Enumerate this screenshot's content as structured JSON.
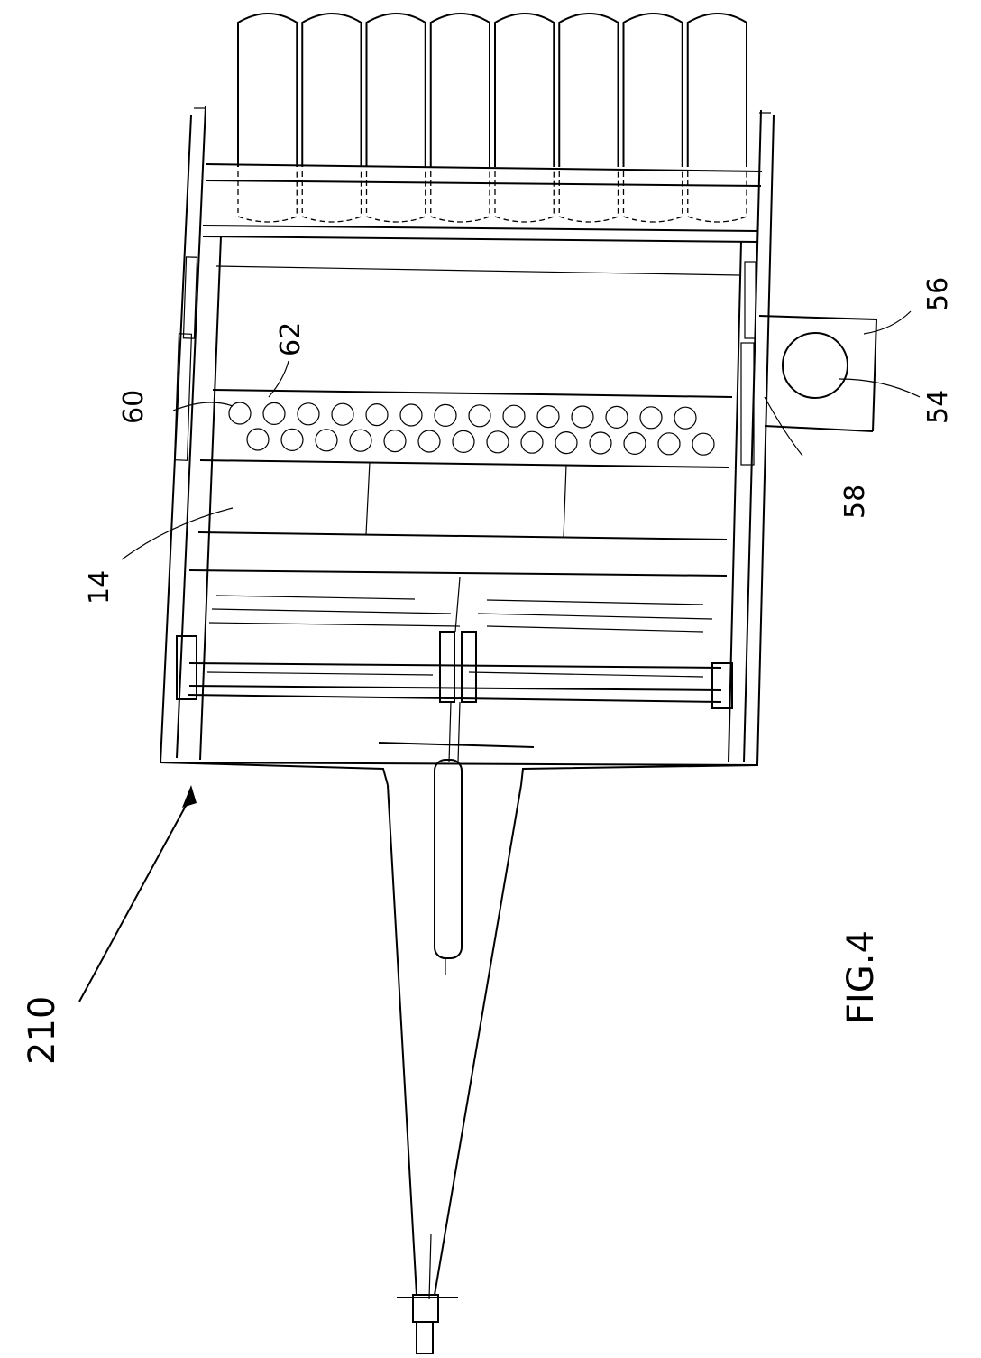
{
  "figure": {
    "caption": "FIG.4",
    "reference_numeral": "210",
    "labels": {
      "label_14": "14",
      "label_54": "54",
      "label_56": "56",
      "label_58": "58",
      "label_60": "60",
      "label_62": "62"
    },
    "counts": {
      "top_rollers": 8,
      "perforation_holes": 28
    }
  }
}
